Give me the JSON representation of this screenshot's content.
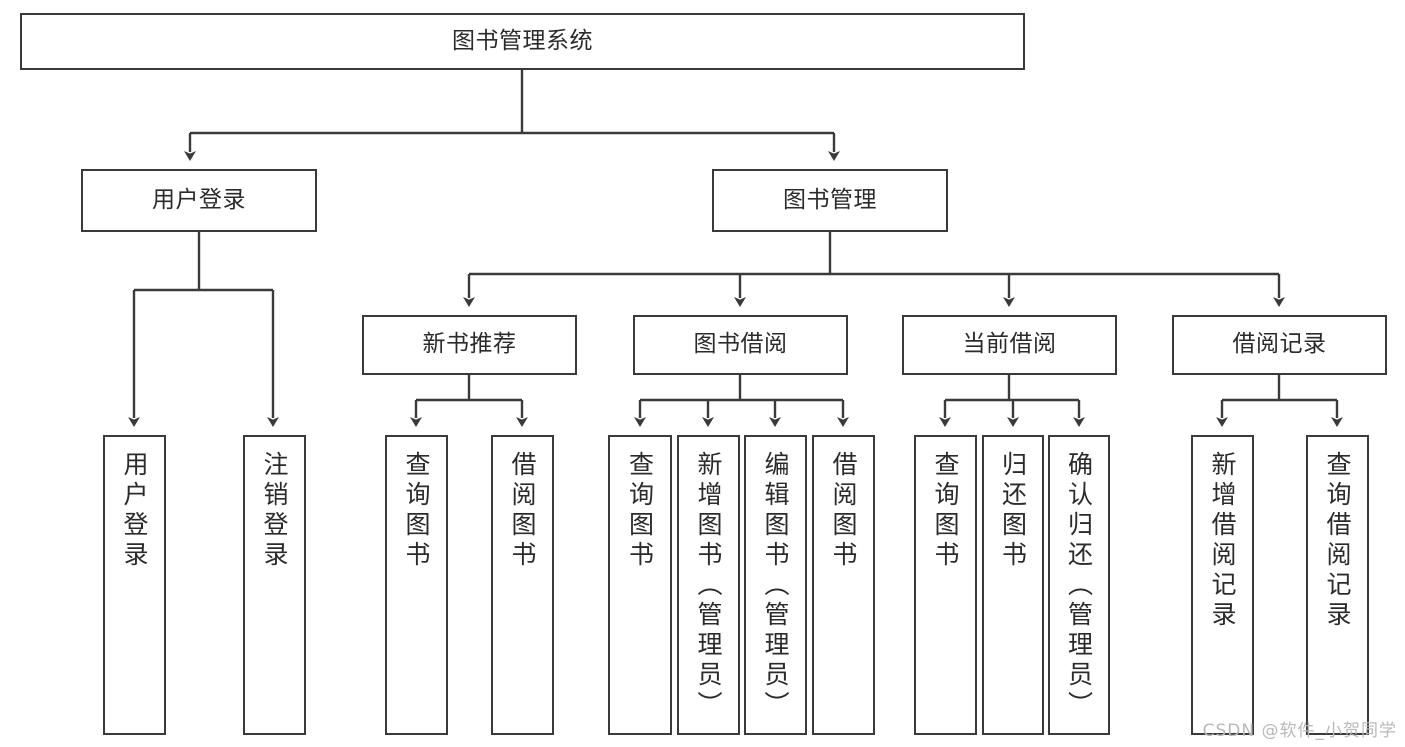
{
  "diagram": {
    "title": "图书管理系统",
    "type": "hierarchy-tree",
    "levels": 4,
    "colors": {
      "box_border": "#3a3a3a",
      "box_fill": "#ffffff",
      "connector": "#3a3a3a",
      "text": "#2b2b2b",
      "watermark": "#b9b9b9",
      "background": "#ffffff"
    }
  },
  "watermark": {
    "text": "CSDN @软件_小贺同学"
  },
  "nodes": {
    "root": {
      "label": "图书管理系统"
    },
    "level2": [
      {
        "label": "用户登录"
      },
      {
        "label": "图书管理"
      }
    ],
    "level3": [
      {
        "label": "新书推荐"
      },
      {
        "label": "图书借阅"
      },
      {
        "label": "当前借阅"
      },
      {
        "label": "借阅记录"
      }
    ],
    "leaves": {
      "user_login": [
        {
          "label": "用户登录"
        },
        {
          "label": "注销登录"
        }
      ],
      "new_book_recommend": [
        {
          "label": "查询图书"
        },
        {
          "label": "借阅图书"
        }
      ],
      "book_borrow": [
        {
          "label": "查询图书"
        },
        {
          "label": "新增图书（管理员）"
        },
        {
          "label": "编辑图书（管理员）"
        },
        {
          "label": "借阅图书"
        }
      ],
      "current_borrow": [
        {
          "label": "查询图书"
        },
        {
          "label": "归还图书"
        },
        {
          "label": "确认归还（管理员）"
        }
      ],
      "borrow_record": [
        {
          "label": "新增借阅记录"
        },
        {
          "label": "查询借阅记录"
        }
      ]
    }
  }
}
